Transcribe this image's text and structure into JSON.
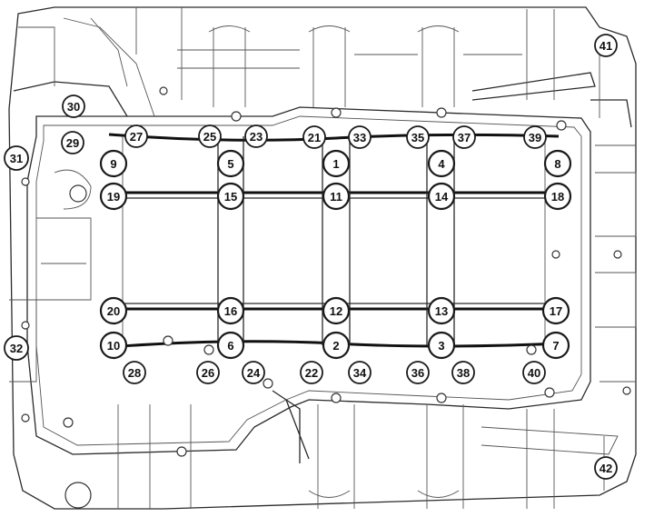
{
  "diagram": {
    "colors": {
      "line": "#1a1a1a",
      "paper": "#ffffff",
      "grey": "#555555"
    },
    "bolts": [
      {
        "label": "1"
      },
      {
        "label": "2"
      },
      {
        "label": "3"
      },
      {
        "label": "4"
      },
      {
        "label": "5"
      },
      {
        "label": "6"
      },
      {
        "label": "7"
      },
      {
        "label": "8"
      },
      {
        "label": "9"
      },
      {
        "label": "10"
      },
      {
        "label": "11"
      },
      {
        "label": "12"
      },
      {
        "label": "13"
      },
      {
        "label": "14"
      },
      {
        "label": "15"
      },
      {
        "label": "16"
      },
      {
        "label": "17"
      },
      {
        "label": "18"
      },
      {
        "label": "19"
      },
      {
        "label": "20"
      },
      {
        "label": "21"
      },
      {
        "label": "22"
      },
      {
        "label": "23"
      },
      {
        "label": "24"
      },
      {
        "label": "25"
      },
      {
        "label": "26"
      },
      {
        "label": "27"
      },
      {
        "label": "28"
      },
      {
        "label": "29"
      },
      {
        "label": "30"
      },
      {
        "label": "31"
      },
      {
        "label": "32"
      },
      {
        "label": "33"
      },
      {
        "label": "34"
      },
      {
        "label": "35"
      },
      {
        "label": "36"
      },
      {
        "label": "37"
      },
      {
        "label": "38"
      },
      {
        "label": "39"
      },
      {
        "label": "40"
      },
      {
        "label": "41"
      },
      {
        "label": "42"
      }
    ]
  }
}
